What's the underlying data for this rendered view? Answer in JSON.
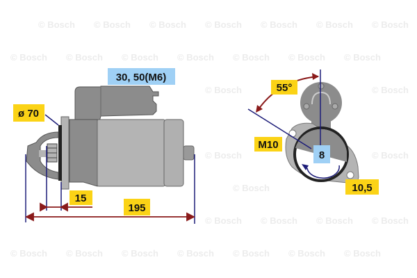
{
  "watermark": "© Bosch",
  "colors": {
    "label_yellow": "#fbd316",
    "label_blue": "#9fd0f5",
    "dimension_line": "#1c1c78",
    "arrow": "#8a1a1a",
    "body_gray": "#8c8c8c",
    "body_light": "#b4b4b4"
  },
  "side_view": {
    "terminal_label": "30, 50(M6)",
    "diameter_label": "ø 70",
    "pinion_offset_label": "15",
    "length_label": "195"
  },
  "front_view": {
    "angle_label": "55°",
    "thread_label": "M10",
    "teeth_label": "8",
    "hole_label": "10,5"
  }
}
